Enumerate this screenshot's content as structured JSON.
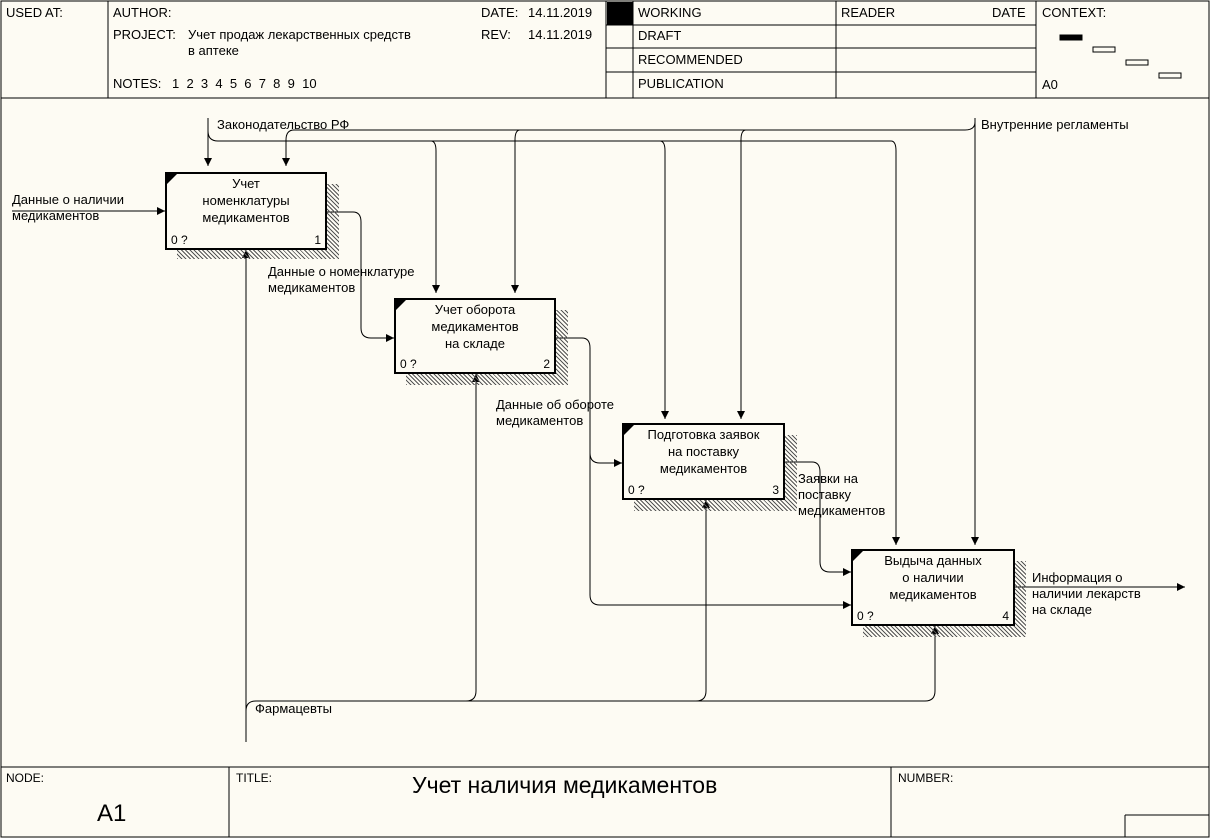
{
  "header": {
    "used_at_label": "USED AT:",
    "author_label": "AUTHOR:",
    "project_label": "PROJECT:",
    "project_value": "Учет продаж лекарственных средств\nв аптеке",
    "date_label": "DATE:",
    "date_value": "14.11.2019",
    "rev_label": "REV:",
    "rev_value": "14.11.2019",
    "notes_label": "NOTES:",
    "notes_value": "1  2  3  4  5  6  7  8  9  10",
    "status_working": "WORKING",
    "status_draft": "DRAFT",
    "status_recommended": "RECOMMENDED",
    "status_publication": "PUBLICATION",
    "reader_label": "READER",
    "reader_date_label": "DATE",
    "context_label": "CONTEXT:",
    "context_node": "A0"
  },
  "footer": {
    "node_label": "NODE:",
    "node_value": "A1",
    "title_label": "TITLE:",
    "title_value": "Учет наличия медикаментов",
    "number_label": "NUMBER:"
  },
  "activities": [
    {
      "label": "Учет\nноменклатуры\nмедикаментов",
      "cost": "0 ?",
      "num": "1"
    },
    {
      "label": "Учет оборота\nмедикаментов\nна складе",
      "cost": "0 ?",
      "num": "2"
    },
    {
      "label": "Подготовка заявок\nна поставку\nмедикаментов",
      "cost": "0 ?",
      "num": "3"
    },
    {
      "label": "Выдыча данных\nо наличии\nмедикаментов",
      "cost": "0 ?",
      "num": "4"
    }
  ],
  "arrows": {
    "law": "Законодательство РФ",
    "internal": "Внутренние регламенты",
    "input_data": "Данные о наличии\nмедикаментов",
    "nomenclature": "Данные о номенклатуре\nмедикаментов",
    "turnover": "Данные об обороте\nмедикаментов",
    "requests": "Заявки на\nпоставку\nмедикаментов",
    "output": "Информация о\nналичии лекарств\nна складе",
    "pharmacists": "Фармацевты"
  }
}
